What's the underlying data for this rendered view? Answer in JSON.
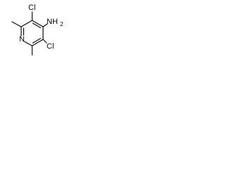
{
  "molecule": {
    "atoms": {
      "cl_top": "Cl",
      "amine": "NH",
      "amine_subscript": "2",
      "cl_right": "Cl",
      "ring_n": "N"
    }
  }
}
